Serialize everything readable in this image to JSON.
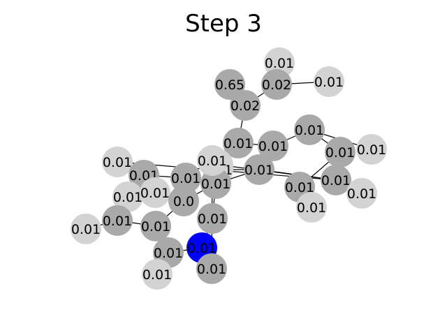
{
  "title": "Step 3",
  "colors": {
    "dark": "#a9a9a9",
    "light": "#d3d3d3",
    "highlight": "#0000ff",
    "edge": "#000000"
  },
  "nodes": [
    {
      "id": "n0",
      "label": "0.65",
      "color": "dark"
    },
    {
      "id": "n1",
      "label": "0.02",
      "color": "dark"
    },
    {
      "id": "n2",
      "label": "0.01",
      "color": "light"
    },
    {
      "id": "n3",
      "label": "0.02",
      "color": "dark"
    },
    {
      "id": "n4",
      "label": "0.01",
      "color": "light"
    },
    {
      "id": "n5",
      "label": "0.01",
      "color": "dark"
    },
    {
      "id": "n6",
      "label": "0.01",
      "color": "dark"
    },
    {
      "id": "n7",
      "label": "0.01",
      "color": "dark"
    },
    {
      "id": "n8",
      "label": "0.01",
      "color": "dark"
    },
    {
      "id": "n9",
      "label": "0.01",
      "color": "dark"
    },
    {
      "id": "n10",
      "label": "0.01",
      "color": "light"
    },
    {
      "id": "n11",
      "label": "0.01",
      "color": "light"
    },
    {
      "id": "n12",
      "label": "0.01",
      "color": "light"
    },
    {
      "id": "n13",
      "label": "0.01",
      "color": "dark"
    },
    {
      "id": "n14",
      "label": "0.01",
      "color": "dark"
    },
    {
      "id": "n15",
      "label": "0.01",
      "color": "light"
    },
    {
      "id": "n16",
      "label": "0.01",
      "color": "light"
    },
    {
      "id": "n17",
      "label": "0.01",
      "color": "light"
    },
    {
      "id": "n18",
      "label": "0.01",
      "color": "dark"
    },
    {
      "id": "n19",
      "label": "0.01",
      "color": "dark"
    },
    {
      "id": "n20",
      "label": "0.01",
      "color": "dark"
    },
    {
      "id": "n21",
      "label": "0.01",
      "color": "light"
    },
    {
      "id": "n22",
      "label": "0.01",
      "color": "light"
    },
    {
      "id": "n23",
      "label": "0.0",
      "color": "dark"
    },
    {
      "id": "n24",
      "label": "0.01",
      "color": "dark"
    },
    {
      "id": "n25",
      "label": "0.01",
      "color": "light"
    },
    {
      "id": "n26",
      "label": "0.01",
      "color": "dark"
    },
    {
      "id": "n27",
      "label": "0.01",
      "color": "dark"
    },
    {
      "id": "n28",
      "label": "0.01",
      "color": "light"
    },
    {
      "id": "n29",
      "label": "0.01",
      "color": "highlight"
    },
    {
      "id": "n30",
      "label": "0.01",
      "color": "dark"
    },
    {
      "id": "n31",
      "label": "0.01",
      "color": "dark"
    },
    {
      "id": "n32",
      "label": "0.01",
      "color": "light"
    }
  ],
  "edges": [
    [
      "n0",
      "n1"
    ],
    [
      "n1",
      "n5"
    ],
    [
      "n1",
      "n3"
    ],
    [
      "n3",
      "n2"
    ],
    [
      "n3",
      "n4"
    ],
    [
      "n5",
      "n6"
    ],
    [
      "n6",
      "n7"
    ],
    [
      "n7",
      "n10"
    ],
    [
      "n7",
      "n8"
    ],
    [
      "n8",
      "n9"
    ],
    [
      "n9",
      "n11"
    ],
    [
      "n6",
      "n13"
    ],
    [
      "n13",
      "n14"
    ],
    [
      "n14",
      "n15"
    ],
    [
      "n14",
      "n16"
    ],
    [
      "n14",
      "n12"
    ],
    [
      "n13",
      "n17"
    ],
    [
      "n13",
      "n20"
    ],
    [
      "n20",
      "n19"
    ],
    [
      "n19",
      "n18"
    ],
    [
      "n18",
      "n21"
    ],
    [
      "n20",
      "n23"
    ],
    [
      "n23",
      "n22"
    ],
    [
      "n23",
      "n24"
    ],
    [
      "n24",
      "n26"
    ],
    [
      "n24",
      "n27"
    ],
    [
      "n26",
      "n25"
    ],
    [
      "n27",
      "n28"
    ],
    [
      "n27",
      "n29"
    ],
    [
      "n20",
      "n30"
    ],
    [
      "n30",
      "n29"
    ],
    [
      "n29",
      "n31"
    ],
    [
      "n31",
      "n32"
    ]
  ]
}
